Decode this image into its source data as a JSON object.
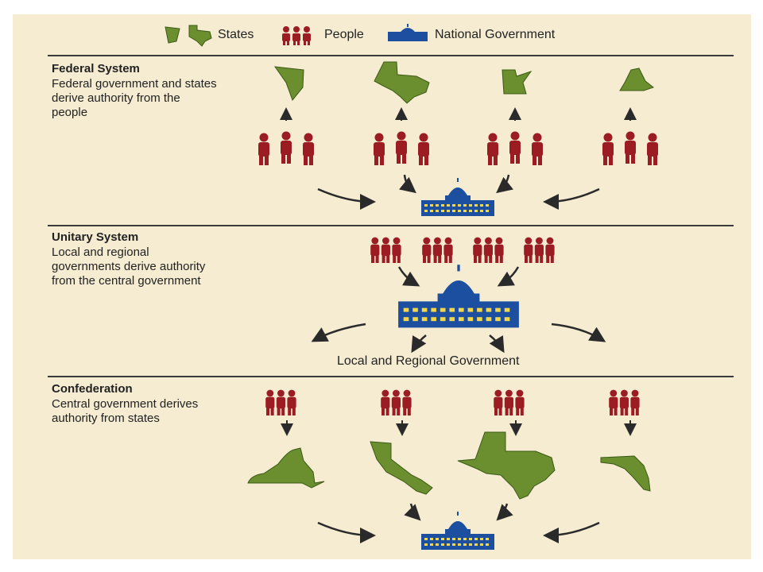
{
  "legend": {
    "states_label": "States",
    "people_label": "People",
    "national_label": "National Government"
  },
  "federal": {
    "title": "Federal System",
    "description": "Federal government and states derive authority from the people"
  },
  "unitary": {
    "title": "Unitary System",
    "description": "Local and regional governments derive authority from the central government",
    "bottom_label": "Local and Regional Government"
  },
  "confederation": {
    "title": "Confederation",
    "description": "Central government derives authority from states"
  },
  "colors": {
    "panel": "#f5ecd2",
    "state_green": "#6b8e2f",
    "people_red": "#9b1c22",
    "government_blue": "#1d4fa0",
    "window_yellow": "#f2d64b",
    "arrow": "#2a2a2a"
  },
  "icons": [
    "state-icon",
    "person-icon",
    "capitol-icon",
    "arrow-icon"
  ]
}
